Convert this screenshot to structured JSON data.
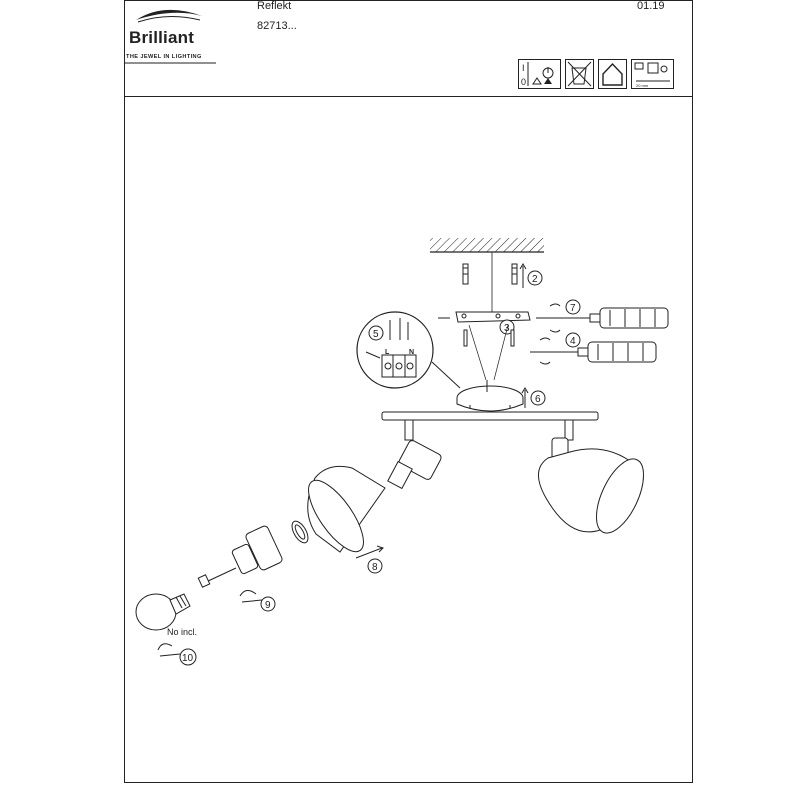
{
  "header": {
    "brand": "Brilliant",
    "tagline": "THE JEWEL IN LIGHTING",
    "product_name": "Reflekt",
    "article_number": "82713...",
    "date": "01.19"
  },
  "icons": [
    "power-off-icon",
    "tools-warning-icon",
    "no-disposal-icon",
    "indoor-house-icon",
    "mounting-distance-icon"
  ],
  "drawing": {
    "steps": [
      "2",
      "3",
      "4",
      "5",
      "6",
      "7",
      "8",
      "9",
      "10"
    ],
    "bulb_note": "No incl.",
    "terminal_labels": [
      "L",
      "N"
    ]
  }
}
